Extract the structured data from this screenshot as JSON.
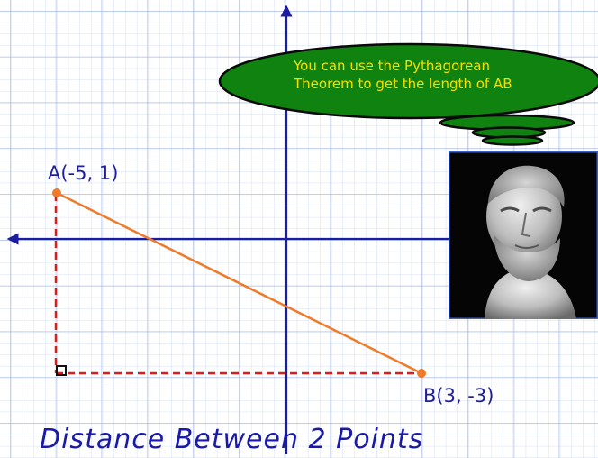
{
  "colors": {
    "grid_line": "#b9ccf2",
    "axis": "#1c1ca0",
    "segment": "#f07a2a",
    "dashed_leg": "#e01b1b",
    "bubble_fill": "#0f820f",
    "bubble_text": "#f2e100",
    "label_text": "#1f1f9c"
  },
  "point_a": {
    "label": "A(-5, 1)",
    "x": -5,
    "y": 1
  },
  "point_b": {
    "label": "B(3, -3)",
    "x": 3,
    "y": -3
  },
  "speech_bubble": {
    "line1": "You can use the Pythagorean",
    "line2": "Theorem to get the length of AB"
  },
  "portrait": {
    "subject": "Pythagoras bust",
    "icon": "bust-portrait-image"
  },
  "right_angle_marker": {
    "icon": "right-angle-square-icon"
  },
  "handwritten_title": "Distance Between 2 Points"
}
